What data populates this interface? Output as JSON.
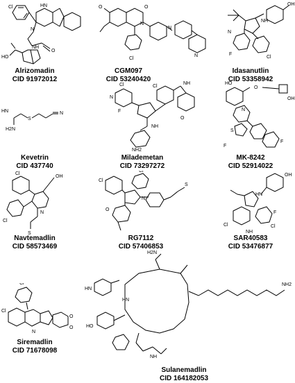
{
  "compounds": [
    {
      "name": "Alrizomadin",
      "cid": "CID 91972012"
    },
    {
      "name": "CGM097",
      "cid": "CID 53240420"
    },
    {
      "name": "Idasanutlin",
      "cid": "CID 53358942"
    },
    {
      "name": "Kevetrin",
      "cid": "CID 437740"
    },
    {
      "name": "Milademetan",
      "cid": "CID 73297272"
    },
    {
      "name": "MK-8242",
      "cid": "CID 52914022"
    },
    {
      "name": "Navtemadlin",
      "cid": "CID 58573469"
    },
    {
      "name": "RG7112",
      "cid": "CID 57406853"
    },
    {
      "name": "SAR40583",
      "cid": "CID 53476877"
    },
    {
      "name": "Siremadlin",
      "cid": "CID 71678098"
    },
    {
      "name": "Sulanemadlin",
      "cid": "CID 164182053"
    }
  ],
  "atoms": {
    "cl": "Cl",
    "f": "F",
    "o": "O",
    "n": "N",
    "nh": "NH",
    "hn": "HN",
    "h": "H",
    "oh": "OH",
    "ho": "HO",
    "s": "S",
    "cn": "N",
    "nh2": "NH2",
    "h2n": "H2N",
    "cf3": "F"
  },
  "colors": {
    "text": "#000000",
    "background": "#ffffff",
    "bond": "#000000"
  }
}
